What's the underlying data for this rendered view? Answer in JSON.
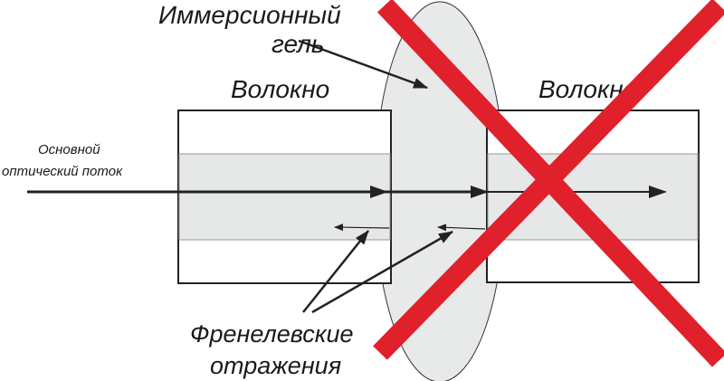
{
  "labels": {
    "gel_line1": "Иммерсионный",
    "gel_line2": "гель",
    "fiber_left": "Волокно",
    "fiber_right": "Волокно",
    "flux_line1": "Основной",
    "flux_line2": "оптический поток",
    "fresnel_line1": "Френелевские",
    "fresnel_line2": "отражения"
  },
  "colors": {
    "cross": "#e0202a",
    "gel": "#e8eaea",
    "core": "#e6e8e8",
    "line": "#222222"
  }
}
